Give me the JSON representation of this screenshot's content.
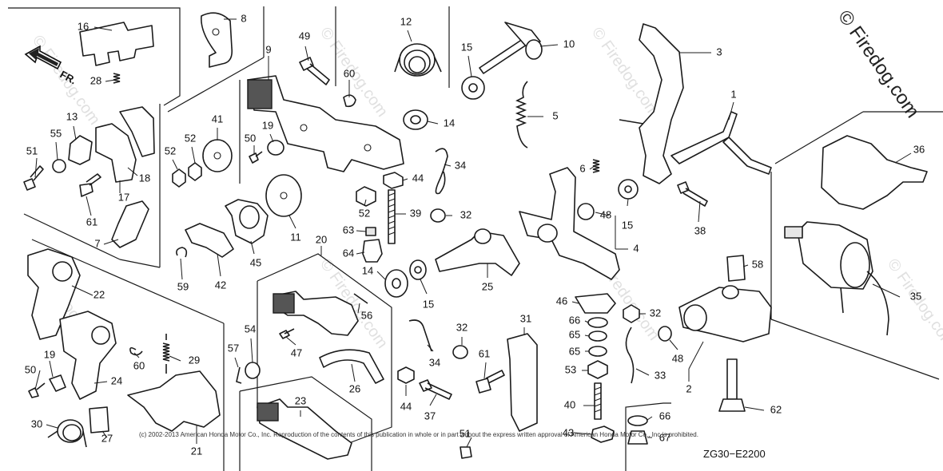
{
  "diagram": {
    "direction_label": "FR.",
    "figure_code": "ZG30−E2200",
    "copyright_notice": "(c) 2002-2013 American Honda Motor Co., Inc. Reproduction of the contents of this publication in whole or in part without the express written approval of American Honda Motor Co., Inc is prohibited.",
    "watermark": "© Firedog.com",
    "callouts": {
      "c16": "16",
      "c8": "8",
      "c9": "9",
      "c49": "49",
      "c60a": "60",
      "c12": "12",
      "c15a": "15",
      "c10": "10",
      "c3": "3",
      "c28": "28",
      "c13": "13",
      "c55": "55",
      "c51a": "51",
      "c18": "18",
      "c17": "17",
      "c61a": "61",
      "c7": "7",
      "c41": "41",
      "c52a": "52",
      "c52b": "52",
      "c50a": "50",
      "c19a": "19",
      "c14a": "14",
      "c5": "5",
      "c1": "1",
      "c36": "36",
      "c34a": "34",
      "c44a": "44",
      "c6": "6",
      "c11": "11",
      "c52c": "52",
      "c39": "39",
      "c32a": "32",
      "c48a": "48",
      "c15b": "15",
      "c38": "38",
      "c4": "4",
      "c63": "63",
      "c64": "64",
      "c45": "45",
      "c42": "42",
      "c59": "59",
      "c20": "20",
      "c14b": "14",
      "c15c": "15",
      "c25": "25",
      "c58": "58",
      "c35": "35",
      "c22": "22",
      "c56": "56",
      "c46": "46",
      "c32b": "32",
      "c66a": "66",
      "c65a": "65",
      "c65b": "65",
      "c53": "53",
      "c33": "33",
      "c48b": "48",
      "c2": "2",
      "c31": "31",
      "c32c": "32",
      "c61b": "61",
      "c34b": "34",
      "c44b": "44",
      "c37": "37",
      "c40": "40",
      "c62": "62",
      "c47": "47",
      "c54": "54",
      "c57": "57",
      "c26": "26",
      "c60b": "60",
      "c29": "29",
      "c19b": "19",
      "c50b": "50",
      "c24": "24",
      "c23": "23",
      "c30": "30",
      "c27": "27",
      "c21": "21",
      "c51b": "51",
      "c43": "43",
      "c66b": "66",
      "c67": "67"
    }
  }
}
